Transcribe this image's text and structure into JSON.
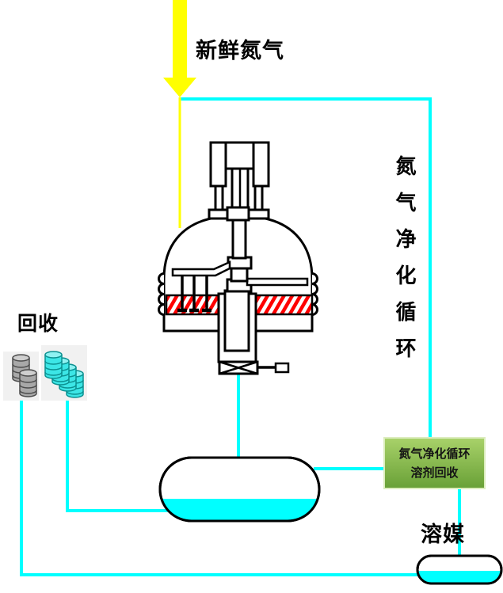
{
  "labels": {
    "fresh_nitrogen": "新鲜氮气",
    "recovery": "回收",
    "nitrogen_cycle_vertical": "氮气净化循环",
    "solvent": "溶媒"
  },
  "recovery_unit": {
    "line1": "氮气净化循环",
    "line2": "溶剂回收"
  },
  "icons": {
    "fresh_nitrogen_arrow": "yellow-down-arrow",
    "furnace": "crystal-furnace-cross-section",
    "buffer_tank": "horizontal-capsule-tank-with-liquid",
    "solvent_tank": "small-horizontal-capsule-tank-with-liquid",
    "gray_drums": "stacked-gray-drums",
    "cyan_drums": "stacked-cyan-drums"
  },
  "colors": {
    "pipe": "#00ffff",
    "liquid": "#00ffff",
    "arrow": "#ffff00",
    "heater": "#ff0000",
    "ink": "#000000",
    "boxTop": "#a8d169",
    "boxBottom": "#69a137",
    "boxBorder": "#dcedbe",
    "boxText": "#151515",
    "drumGray": "#a8a8a8",
    "drumGrayDark": "#4d4d4d",
    "drumGrayTop": "#cfcfcf",
    "drumCyan": "#3ce6e6",
    "drumCyanDark": "#0c9191",
    "drumCyanTop": "#8ff2f2",
    "panel": "#f1f1f1"
  }
}
